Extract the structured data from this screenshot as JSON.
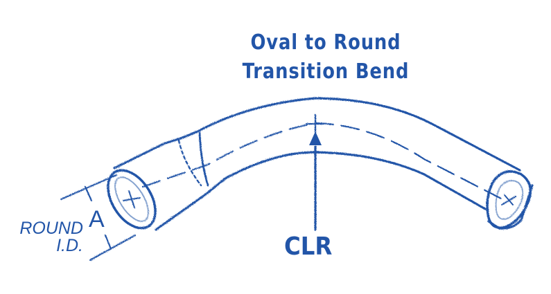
{
  "title": {
    "line1": "Oval to Round",
    "line2": "Transition Bend"
  },
  "labels": {
    "centerline_radius": "CLR",
    "dimension": "A",
    "round_id_line1": "ROUND",
    "round_id_line2": "I.D."
  },
  "colors": {
    "ink": "#2255a8",
    "background": "#ffffff"
  }
}
